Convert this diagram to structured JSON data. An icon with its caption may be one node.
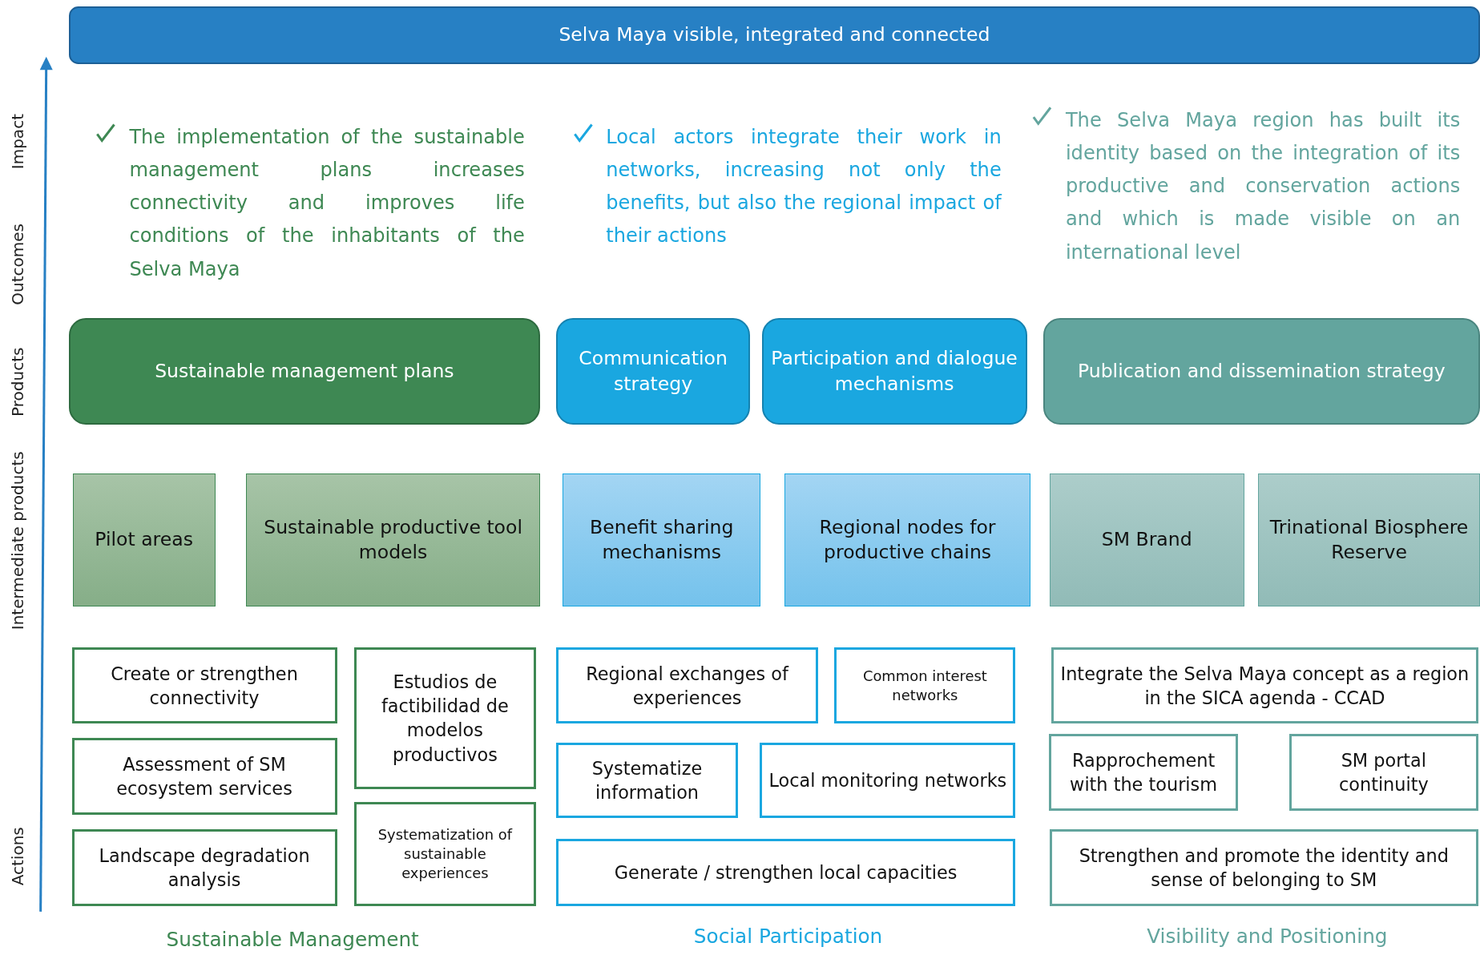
{
  "diagram": {
    "nodes": [
      {
        "text": [
          "Selva Maya visible, integrated and connected"
        ]
      },
      {
        "text": [
          "Sustainable management plans"
        ]
      },
      {
        "text": [
          "Communication strategy"
        ]
      },
      {
        "text": [
          "Participation and dialogue mechanisms"
        ]
      },
      {
        "text": [
          "Publication and dissemination strategy"
        ]
      },
      {
        "text": [
          "Pilot areas"
        ]
      },
      {
        "text": [
          "Sustainable productive tool models"
        ]
      },
      {
        "text": [
          "Benefit sharing mechanisms"
        ]
      },
      {
        "text": [
          "Regional nodes for productive chains"
        ]
      },
      {
        "text": [
          "SM Brand"
        ]
      },
      {
        "text": [
          "Trinational Biosphere Reserve"
        ]
      },
      {
        "text": [
          "Create or strengthen connectivity"
        ]
      },
      {
        "text": [
          "Estudios de factibilidad de modelos productivos"
        ]
      },
      {
        "text": [
          "Assessment of SM ecosystem services"
        ]
      },
      {
        "text": [
          "Systematization of sustainable experiences"
        ]
      },
      {
        "text": [
          "Landscape degradation analysis"
        ]
      },
      {
        "text": [
          "Regional exchanges of experiences"
        ]
      },
      {
        "text": [
          "Common interest networks"
        ]
      },
      {
        "text": [
          "Systematize information"
        ]
      },
      {
        "text": [
          "Local monitoring networks"
        ]
      },
      {
        "text": [
          "Generate / strengthen local capacities"
        ]
      },
      {
        "text": [
          "Integrate the Selva Maya concept as a region in the SICA agenda - CCAD"
        ]
      },
      {
        "text": [
          "Rapprochement with the tourism"
        ]
      },
      {
        "text": [
          "SM portal continuity"
        ]
      },
      {
        "text": [
          "Strengthen and promote the identity and sense of belonging to SM"
        ]
      }
    ],
    "edges": [],
    "labels": [
      "Impact",
      "The implementation of the sustainable management plans increases connectivity and improves life conditions of the inhabitants of the Selva Maya",
      "Local actors integrate their work in networks, increasing not only the benefits, but also the regional impact of their actions",
      "The Selva Maya region has built its identity based on the integration of its productive and conservation actions and which is made visible on an international level",
      "Outcomes",
      "Products",
      "Intermediate products",
      "Actions",
      "Sustainable Management",
      "Social Participation",
      "Visibility and Positioning"
    ]
  }
}
